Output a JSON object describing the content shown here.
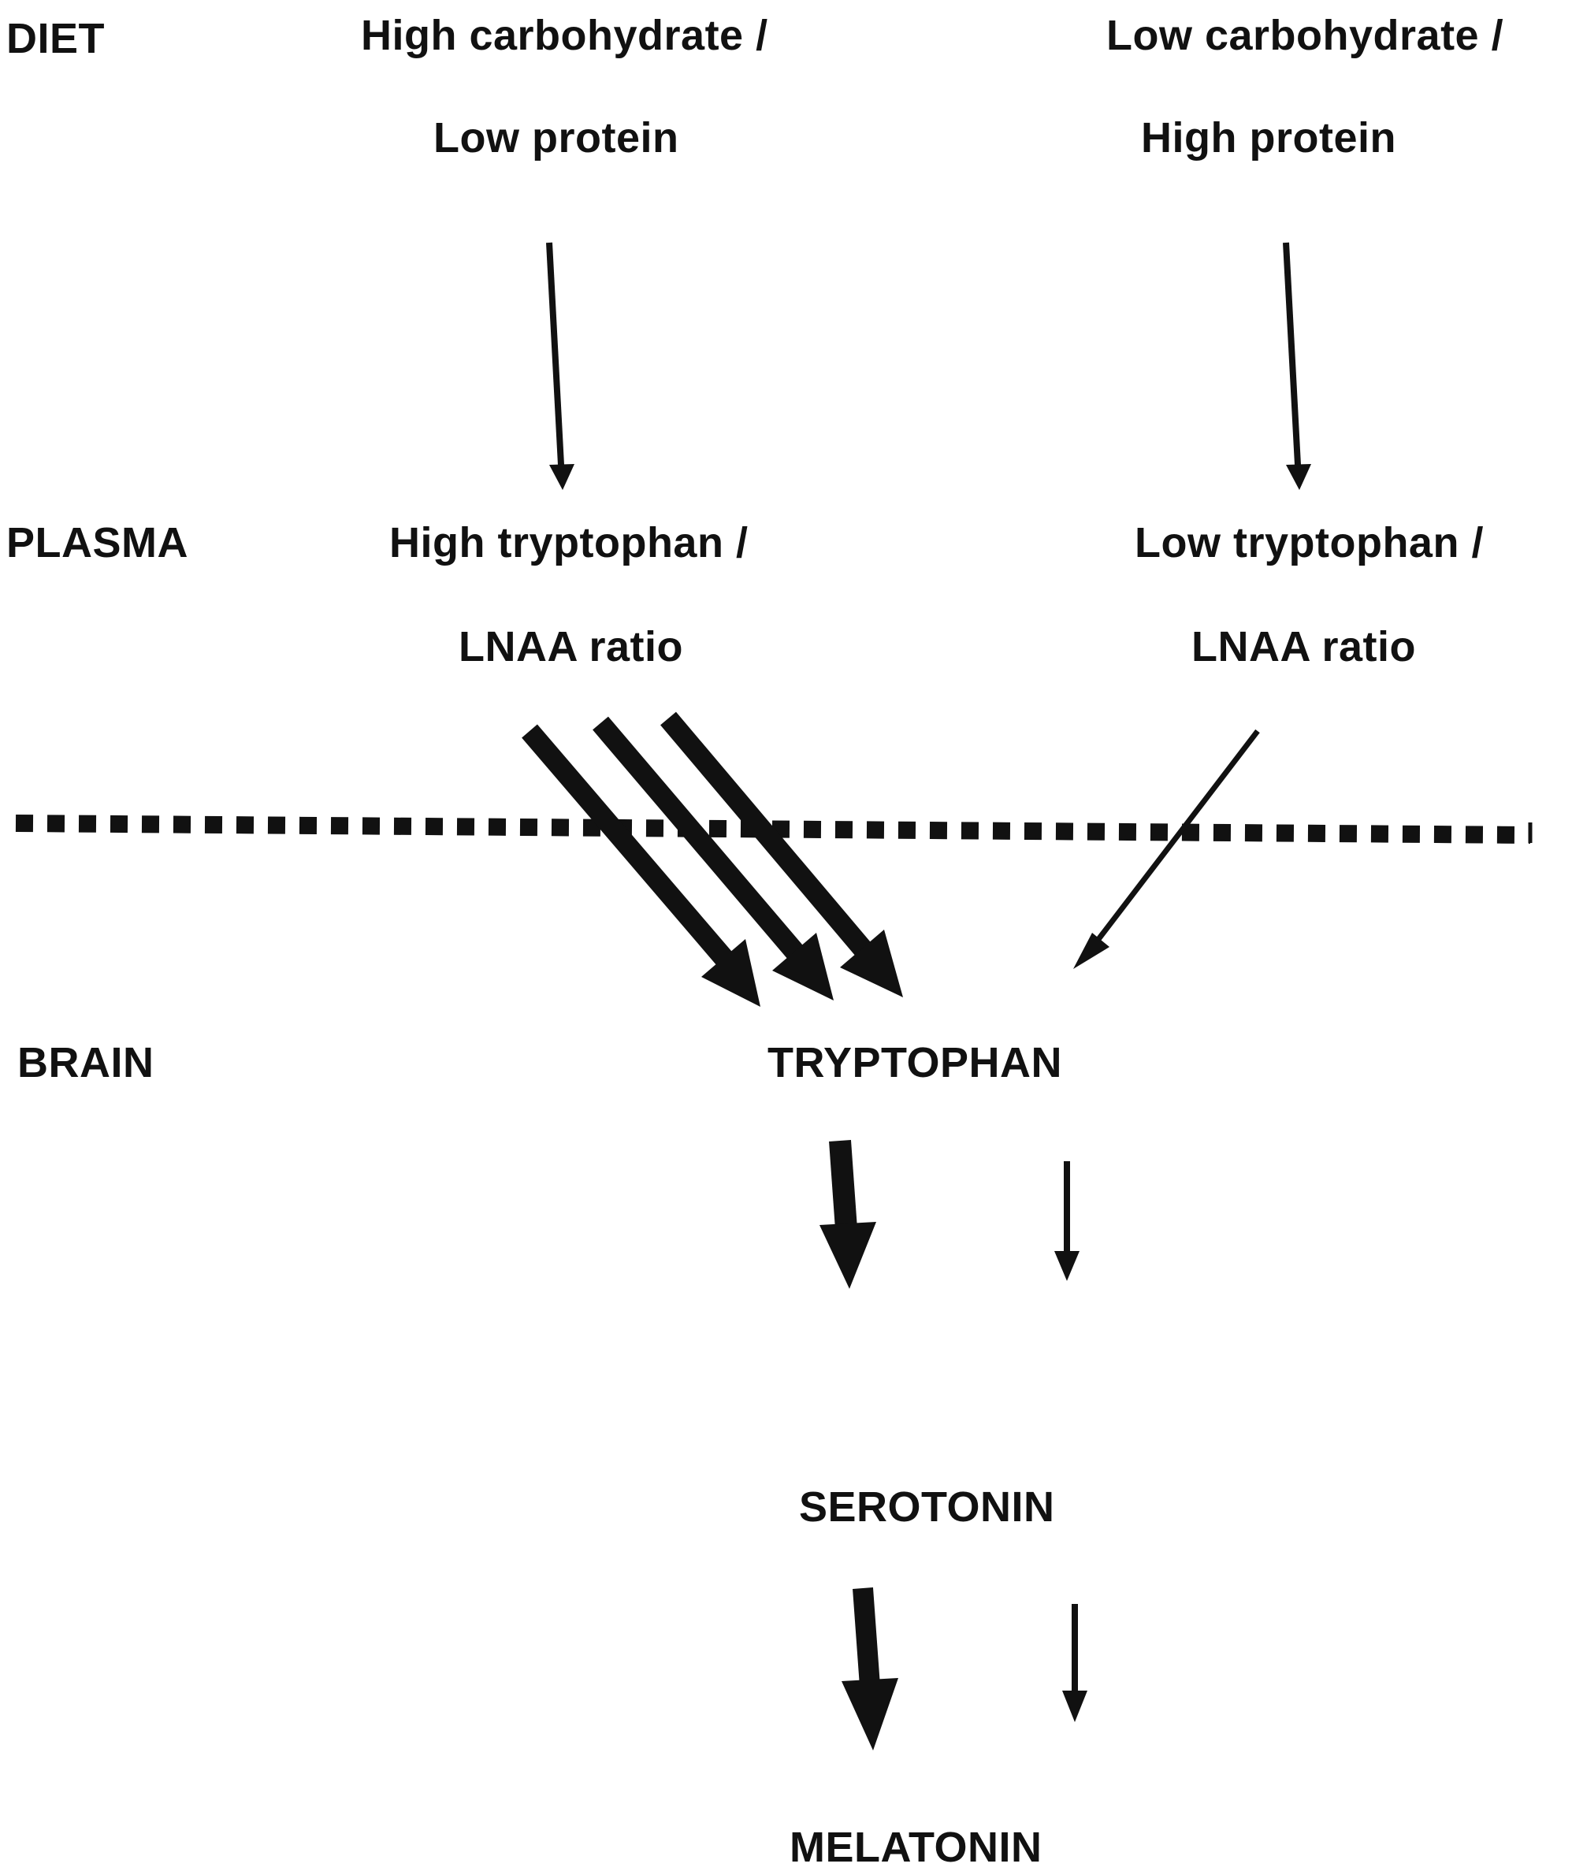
{
  "rows": {
    "diet": "DIET",
    "plasma": "PLASMA",
    "brain": "BRAIN"
  },
  "left_branch": {
    "diet_line1": "High carbohydrate /",
    "diet_line2": "Low protein",
    "plasma_line1": "High tryptophan /",
    "plasma_line2": "LNAA ratio"
  },
  "right_branch": {
    "diet_line1": "Low carbohydrate /",
    "diet_line2": "High protein",
    "plasma_line1": "Low tryptophan /",
    "plasma_line2": "LNAA ratio"
  },
  "pathway": {
    "tryptophan": "TRYPTOPHAN",
    "serotonin": "SEROTONIN",
    "melatonin": "MELATONIN"
  },
  "colors": {
    "ink": "#111111",
    "background": "#ffffff"
  }
}
